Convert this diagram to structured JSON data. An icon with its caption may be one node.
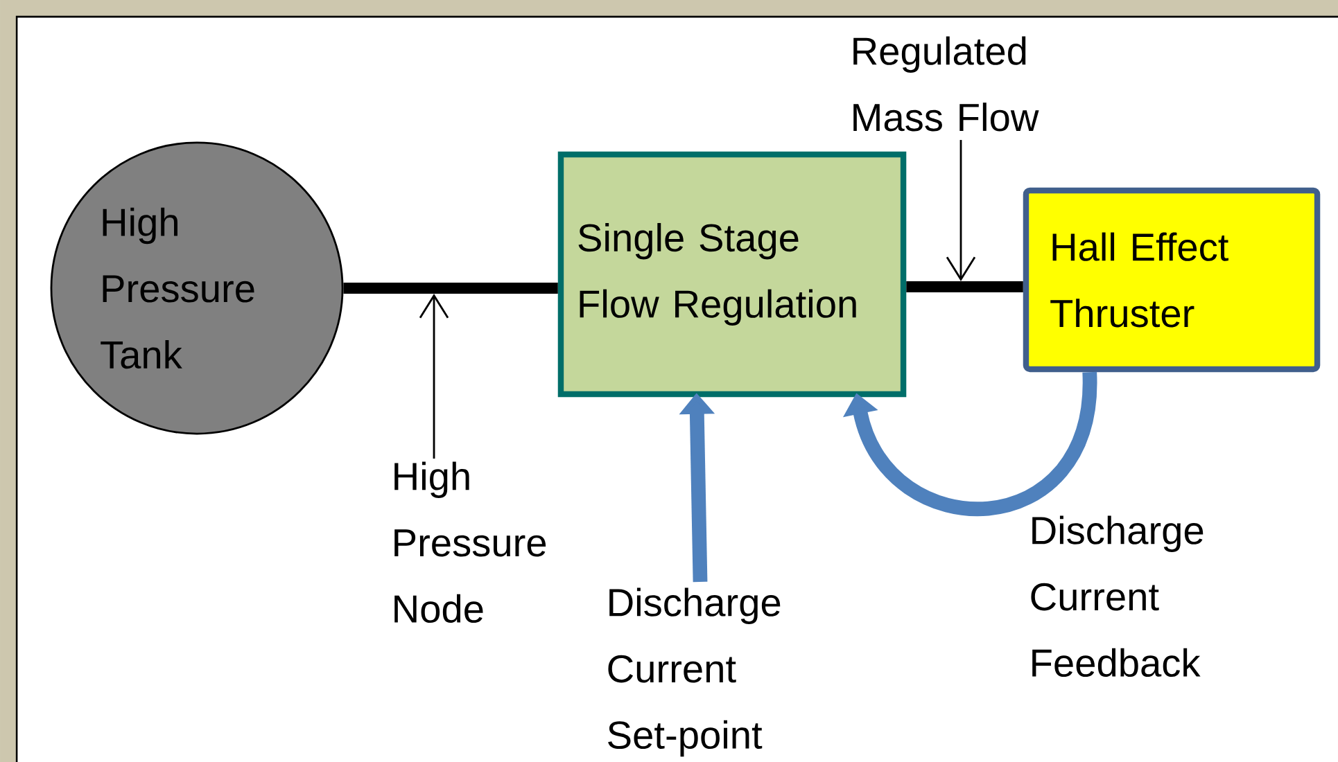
{
  "diagram": {
    "nodes": [
      {
        "text": [
          "High Pressure Tank"
        ]
      },
      {
        "text": [
          "Single Stage Flow Regulation"
        ]
      },
      {
        "text": [
          "Hall Effect Thruster"
        ]
      },
      {
        "text": [
          "High Pressure Node"
        ]
      },
      {
        "text": [
          "Regulated Mass Flow"
        ]
      },
      {
        "text": [
          "Discharge Current Set-point"
        ]
      }
    ],
    "edges": [
      {
        "from": 0,
        "to": 1,
        "arrow": "none"
      },
      {
        "from": 1,
        "to": 2,
        "arrow": "none"
      },
      {
        "from": 3,
        "to": null,
        "arrow": "to"
      },
      {
        "from": 4,
        "to": null,
        "arrow": "to"
      },
      {
        "from": 5,
        "to": 1,
        "arrow": "to",
        "color": "#4f81bd"
      },
      {
        "from": 2,
        "to": 1,
        "arrow": "to",
        "color": "#4f81bd",
        "label": "Discharge Current Feedback"
      }
    ]
  }
}
